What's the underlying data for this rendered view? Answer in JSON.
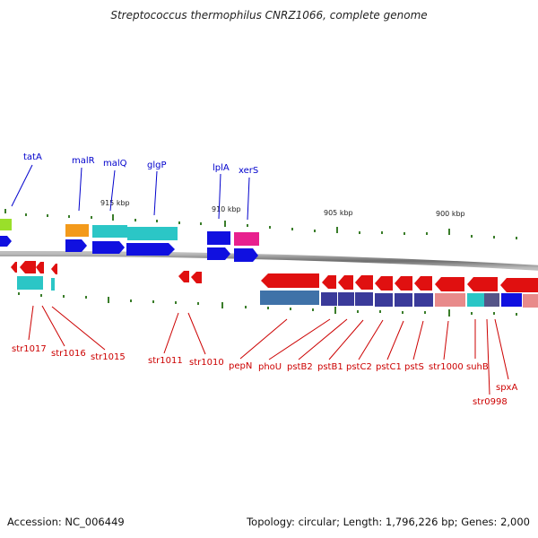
{
  "title": "Streptococcus thermophilus CNRZ1066, complete genome",
  "accession": "Accession: NC_006449",
  "topology": "Topology: circular; Length: 1,796,226 bp; Genes: 2,000",
  "colors": {
    "forward_label": "#0000cc",
    "reverse_label": "#cc0000",
    "backbone": "#8c8c8c",
    "tick": "#3a7d2a"
  },
  "position_markers": [
    {
      "label": "915 kbp"
    },
    {
      "label": "910 kbp"
    },
    {
      "label": "905 kbp"
    },
    {
      "label": "900 kbp"
    }
  ],
  "forward_genes": [
    {
      "label": "tatA"
    },
    {
      "label": "malR"
    },
    {
      "label": "malQ"
    },
    {
      "label": "glgP"
    },
    {
      "label": "lplA"
    },
    {
      "label": "xerS"
    }
  ],
  "reverse_genes": [
    {
      "label": "str1017"
    },
    {
      "label": "str1016"
    },
    {
      "label": "str1015"
    },
    {
      "label": "str1011"
    },
    {
      "label": "str1010"
    },
    {
      "label": "pepN"
    },
    {
      "label": "phoU"
    },
    {
      "label": "pstB2"
    },
    {
      "label": "pstB1"
    },
    {
      "label": "pstC2"
    },
    {
      "label": "pstC1"
    },
    {
      "label": "pstS"
    },
    {
      "label": "str1000"
    },
    {
      "label": "suhB"
    },
    {
      "label": "str0998"
    },
    {
      "label": "spxA"
    }
  ]
}
